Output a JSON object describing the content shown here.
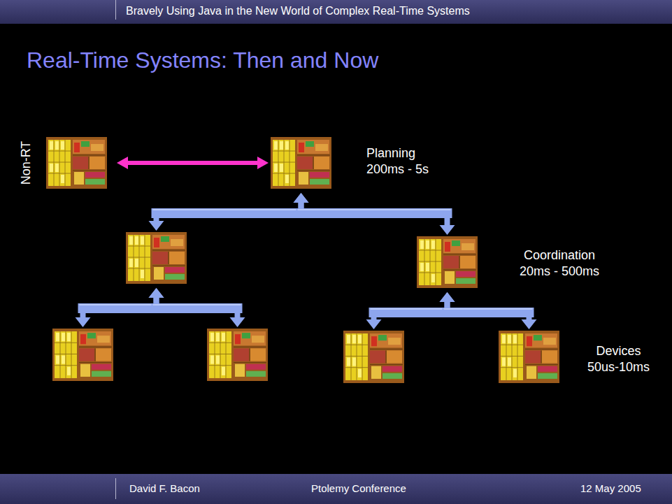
{
  "diagram": {
    "title": "Real-Time Systems: Then and Now",
    "nodes": [
      {
        "text": [
          "Non-RT"
        ]
      },
      {
        "text": [
          "Planning",
          "200ms - 5s"
        ]
      },
      {
        "text": []
      },
      {
        "text": [
          "Coordination",
          "20ms - 500ms"
        ]
      },
      {
        "text": []
      },
      {
        "text": []
      },
      {
        "text": []
      },
      {
        "text": [
          "Devices",
          "50us-10ms"
        ]
      }
    ],
    "edges": [
      {
        "from": 0,
        "to": 1,
        "arrow": "both"
      },
      {
        "from": 1,
        "to": 2,
        "arrow": "both"
      },
      {
        "from": 1,
        "to": 3,
        "arrow": "both"
      },
      {
        "from": 2,
        "to": 4,
        "arrow": "both"
      },
      {
        "from": 2,
        "to": 5,
        "arrow": "both"
      },
      {
        "from": 3,
        "to": 6,
        "arrow": "both"
      },
      {
        "from": 3,
        "to": 7,
        "arrow": "both"
      }
    ],
    "labels": [
      "Bravely Using Java in the New World of Complex Real-Time Systems",
      "David F. Bacon",
      "Ptolemy Conference",
      "12 May 2005"
    ]
  }
}
